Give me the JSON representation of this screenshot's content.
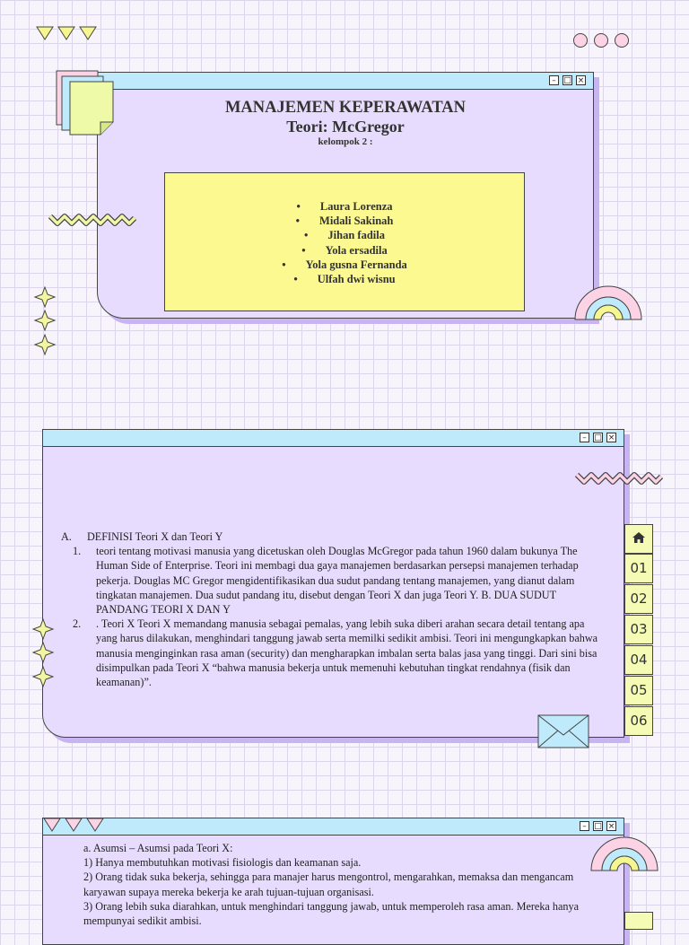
{
  "slide1": {
    "title": "MANAJEMEN KEPERAWATAN",
    "subtitle": "Teori: McGregor",
    "group_label": "kelompok 2 :",
    "members": [
      "Laura Lorenza",
      "Midali Sakinah",
      "Jihan fadila",
      "Yola ersadila",
      "Yola gusna Fernanda",
      "Ulfah dwi wisnu"
    ]
  },
  "window_buttons": {
    "minimize": "–",
    "maximize": "□",
    "close": "×"
  },
  "slide2": {
    "heading_marker": "A.",
    "heading": "DEFINISI Teori X dan Teori Y",
    "items": [
      {
        "num": "1.",
        "text": "teori tentang motivasi manusia yang dicetuskan oleh Douglas McGregor pada tahun 1960 dalam bukunya The Human Side of Enterprise. Teori ini membagi dua gaya manajemen berdasarkan persepsi manajemen terhadap pekerja. Douglas MC Gregor mengidentifikasikan dua sudut pandang tentang manajemen, yang dianut dalam tingkatan manajemen. Dua sudut pandang itu, disebut dengan Teori X dan juga Teori Y. B. DUA SUDUT PANDANG TEORI X DAN Y"
      },
      {
        "num": "2.",
        "text": ". Teori X Teori X memandang manusia sebagai pemalas, yang lebih suka diberi arahan secara detail tentang apa yang harus dilakukan, menghindari tanggung jawab serta memilki sedikit ambisi. Teori ini mengungkapkan bahwa manusia menginginkan rasa aman (security) dan mengharapkan imbalan serta balas jasa yang tinggi. Dari sini bisa disimpulkan pada Teori X “bahwa manusia bekerja untuk memenuhi kebutuhan tingkat rendahnya (fisik dan keamanan)”."
      }
    ],
    "nav": {
      "home_icon": "home-icon",
      "items": [
        "01",
        "02",
        "03",
        "04",
        "05",
        "06"
      ]
    }
  },
  "slide3": {
    "lines": [
      "a. Asumsi – Asumsi pada Teori X:",
      "1) Hanya membutuhkan motivasi fisiologis dan keamanan saja.",
      "2) Orang tidak suka bekerja, sehingga para manajer harus mengontrol, mengarahkan, memaksa dan mengancam karyawan supaya mereka bekerja ke arah tujuan-tujuan organisasi.",
      "3) Orang lebih suka diarahkan, untuk menghindari tanggung jawab, untuk memperoleh rasa aman. Mereka hanya mempunyai sedikit ambisi."
    ]
  },
  "colors": {
    "lavender": "#e7dcfd",
    "cyan": "#bfeafb",
    "yellow": "#fbf98f",
    "lime": "#f5fbb4",
    "pink": "#fbd3e5"
  }
}
